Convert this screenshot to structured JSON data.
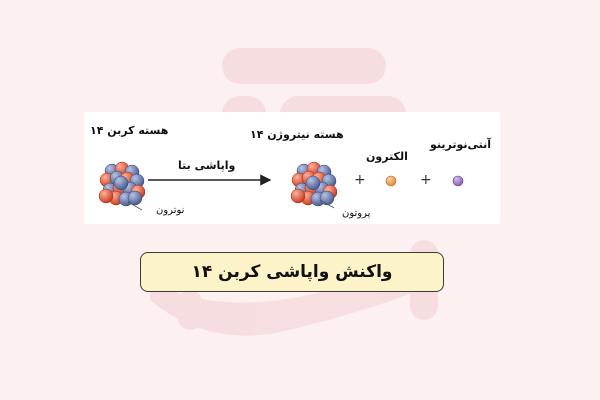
{
  "diagram": {
    "title": "واکنش واپاشی کربن ۱۴",
    "reactant_label": "هسته کربن ۱۴",
    "neutron_label": "نوترون",
    "arrow_label": "واپاشی بتا",
    "product_nucleus_label": "هسته نیتروژن ۱۴",
    "proton_label": "پروتون",
    "electron_label": "الکترون",
    "antineutrino_label": "آنتی‌نوترینو",
    "plus_symbol": "+",
    "colors": {
      "proton": "#e2553a",
      "neutron": "#6d7fb2",
      "electron": "#f0a35a",
      "antineutrino": "#a67fc4",
      "title_box": "#fdf3c9",
      "background": "#fdf0f1"
    }
  }
}
